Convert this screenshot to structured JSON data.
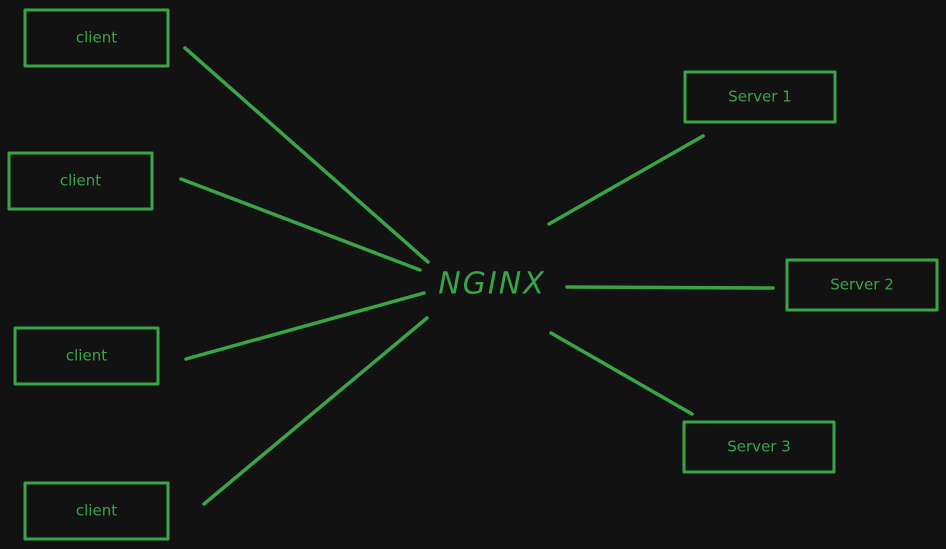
{
  "diagram": {
    "hub": {
      "label": "NGINX"
    },
    "clients": [
      {
        "label": "client"
      },
      {
        "label": "client"
      },
      {
        "label": "client"
      },
      {
        "label": "client"
      }
    ],
    "servers": [
      {
        "label": "Server 1"
      },
      {
        "label": "Server 2"
      },
      {
        "label": "Server 3"
      }
    ],
    "colors": {
      "background": "#121212",
      "stroke": "#3aa548",
      "text": "#3aa548"
    }
  }
}
